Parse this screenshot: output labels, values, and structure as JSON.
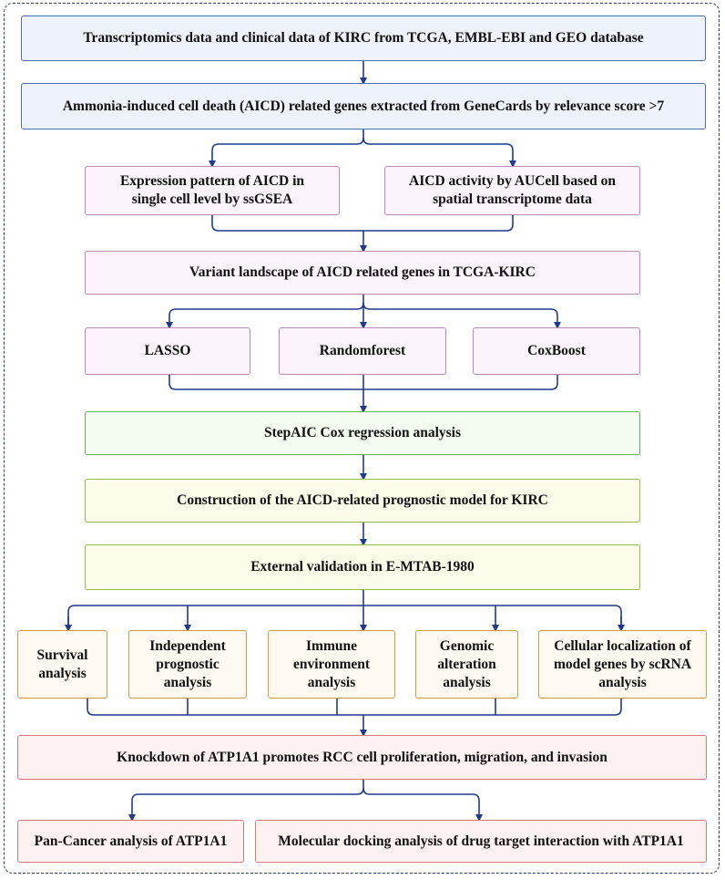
{
  "colors": {
    "arrow": "#1f3a8f",
    "frame": "#2e3a6e"
  },
  "steps": {
    "data_sources": "Transcriptomics data and clinical data of KIRC from TCGA, EMBL-EBI and GEO database",
    "aicd_genes": "Ammonia-induced cell death (AICD) related genes extracted from GeneCards by relevance score >7",
    "single_cell": "Expression pattern of AICD in single cell level by ssGSEA",
    "spatial": "AICD activity by AUCell based on spatial transcriptome data",
    "variant": "Variant landscape of AICD related genes in TCGA-KIRC",
    "lasso": "LASSO",
    "randomforest": "Randomforest",
    "coxboost": "CoxBoost",
    "stepaic": "StepAIC Cox regression analysis",
    "construction": "Construction of the AICD-related prognostic model for KIRC",
    "validation": "External validation in E-MTAB-1980",
    "survival": "Survival analysis",
    "independent": "Independent prognostic analysis",
    "immune": "Immune environment analysis",
    "genomic": "Genomic alteration analysis",
    "cellular": "Cellular localization of model genes by scRNA analysis",
    "knockdown": "Knockdown of ATP1A1 promotes RCC cell proliferation, migration, and invasion",
    "pancancer": "Pan-Cancer analysis of ATP1A1",
    "docking": "Molecular docking analysis of drug target interaction with ATP1A1"
  }
}
